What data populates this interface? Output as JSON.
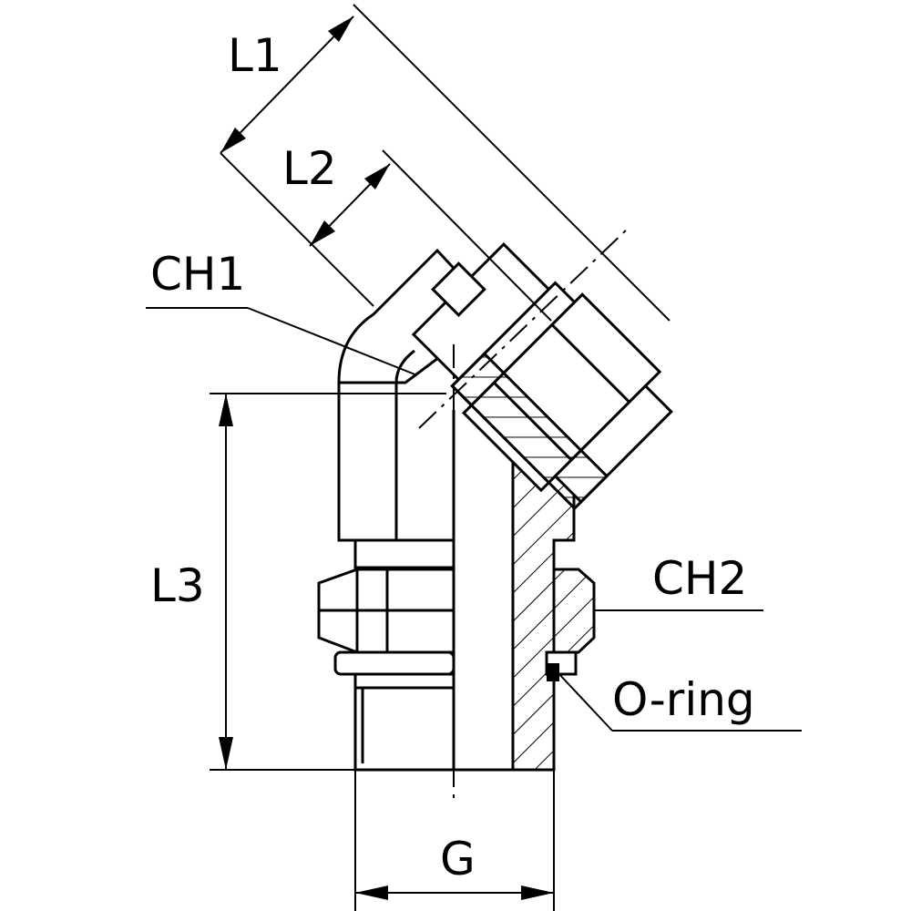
{
  "labels": {
    "l1": "L1",
    "l2": "L2",
    "l3": "L3",
    "ch1": "CH1",
    "ch2": "CH2",
    "oring": "O-ring",
    "g": "G"
  },
  "colors": {
    "line": "#000000",
    "background": "#ffffff"
  }
}
